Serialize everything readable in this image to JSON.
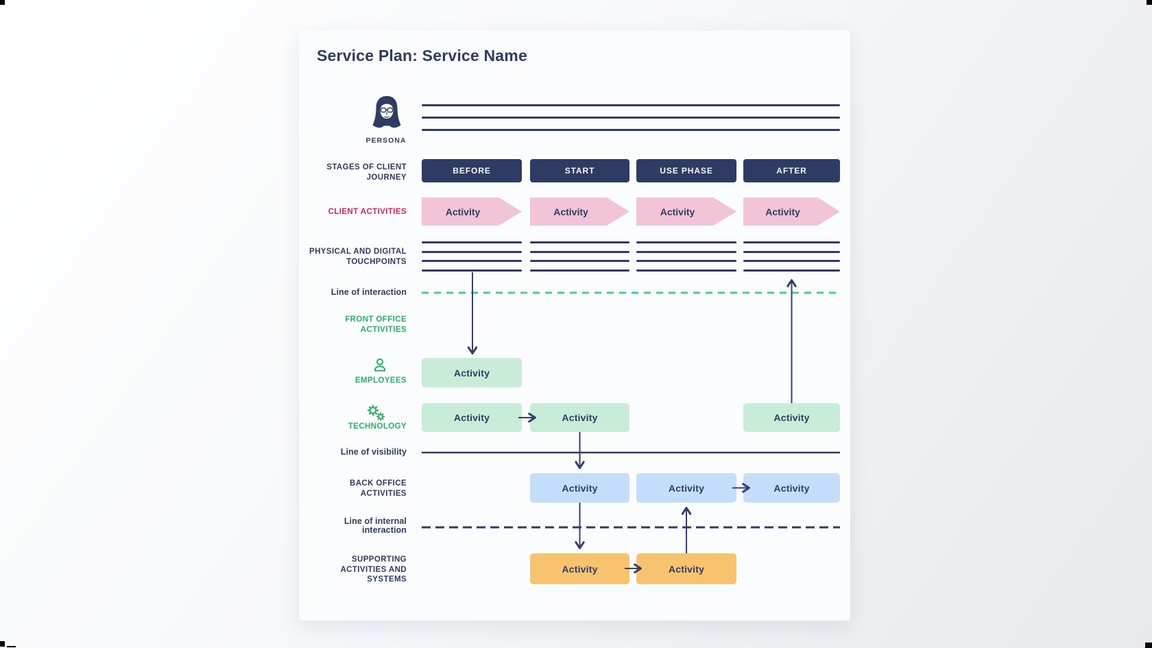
{
  "title": "Service Plan: Service Name",
  "colors": {
    "navy": "#2e3c64",
    "pink_label": "#e01e63",
    "pink_fill": "#f2c4d8",
    "green_label": "#29b169",
    "green_dash_line": "#41d08e",
    "mint_fill": "#c9ecd9",
    "blue_fill": "#c4ddf8",
    "orange_fill": "#f7c36e",
    "card_bg": "#fbfcfd"
  },
  "icons": {
    "persona": "persona-avatar-icon",
    "employees": "person-outline-icon",
    "technology": "gears-icon"
  },
  "persona": {
    "label": "PERSONA",
    "note_lines": 3
  },
  "stages": {
    "label": "STAGES OF CLIENT JOURNEY",
    "items": [
      "BEFORE",
      "START",
      "USE PHASE",
      "AFTER"
    ]
  },
  "client_activities": {
    "label": "CLIENT ACTIVITIES",
    "items": [
      "Activity",
      "Activity",
      "Activity",
      "Activity"
    ]
  },
  "touchpoints": {
    "label": "PHYSICAL AND DIGITAL TOUCHPOINTS",
    "columns": 4,
    "lines_per_column": 4
  },
  "lines": {
    "interaction": "Line of interaction",
    "visibility": "Line of visibility",
    "internal": "Line of internal interaction"
  },
  "front_office": {
    "label": "FRONT OFFICE ACTIVITIES"
  },
  "employees": {
    "label": "EMPLOYEES",
    "boxes": [
      {
        "column": 1,
        "label": "Activity"
      }
    ]
  },
  "technology": {
    "label": "TECHNOLOGY",
    "boxes": [
      {
        "column": 1,
        "label": "Activity"
      },
      {
        "column": 2,
        "label": "Activity"
      },
      {
        "column": 4,
        "label": "Activity"
      }
    ]
  },
  "back_office": {
    "label": "BACK OFFICE ACTIVITIES",
    "boxes": [
      {
        "column": 2,
        "label": "Activity"
      },
      {
        "column": 3,
        "label": "Activity"
      },
      {
        "column": 4,
        "label": "Activity"
      }
    ]
  },
  "supporting": {
    "label": "SUPPORTING ACTIVITIES AND SYSTEMS",
    "boxes": [
      {
        "column": 2,
        "label": "Activity"
      },
      {
        "column": 3,
        "label": "Activity"
      }
    ]
  }
}
